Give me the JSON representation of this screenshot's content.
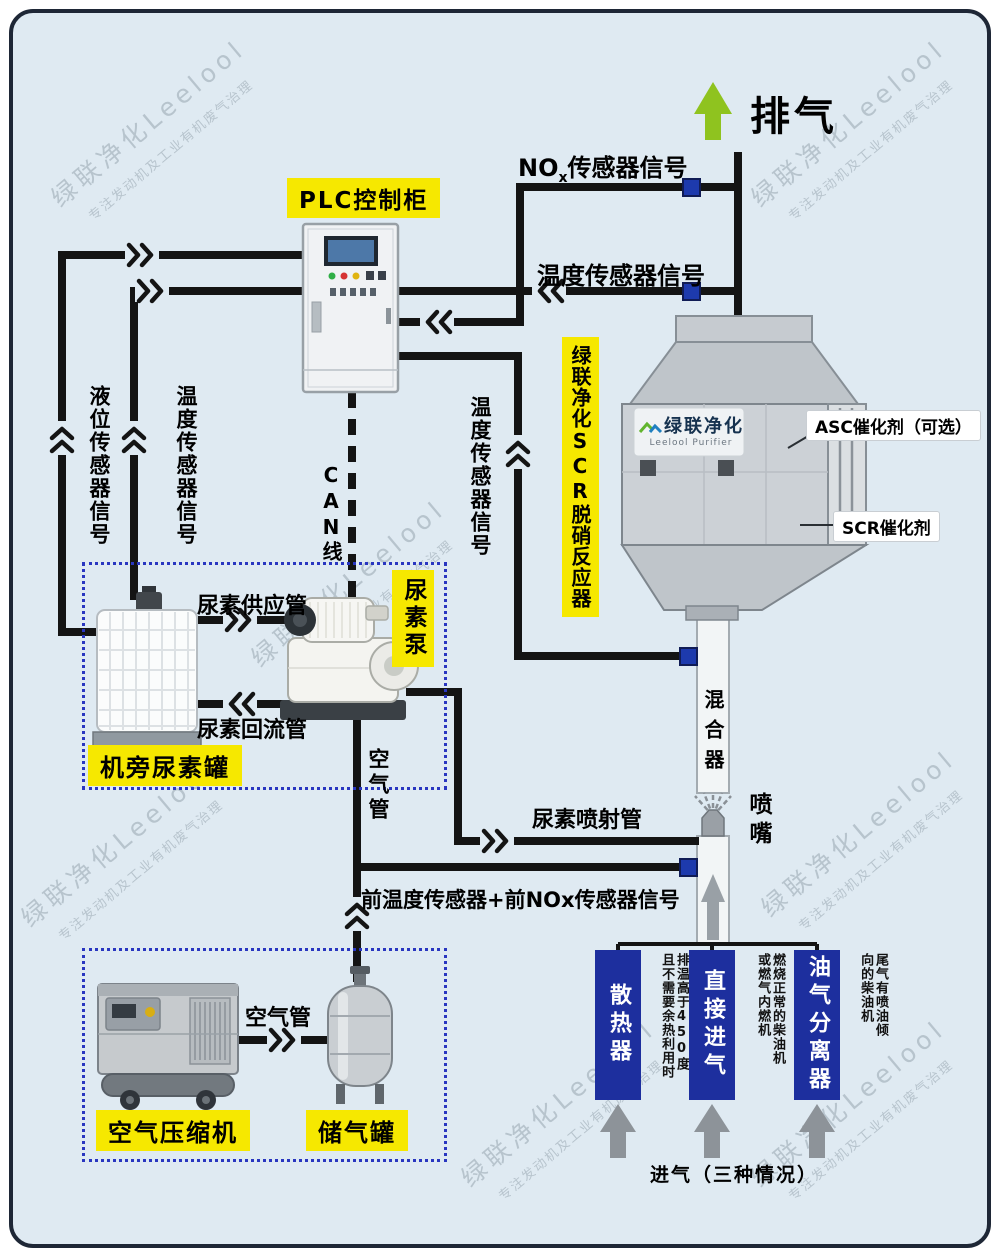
{
  "watermark": {
    "line1": "绿联净化Leelool",
    "line2": "专注发动机及工业有机废气治理"
  },
  "top": {
    "exhaust_label": "排气",
    "nox_prefix": "NO",
    "nox_sub": "x",
    "nox_suffix": "传感器信号",
    "temp_signal": "温度传感器信号"
  },
  "plc": {
    "label": "PLC控制柜"
  },
  "signals": {
    "level": "液位传感器信号",
    "tank_temp": "温度传感器信号",
    "can": "CAN线",
    "outlet_temp": "温度传感器信号",
    "front": "前温度传感器+前NOx传感器信号"
  },
  "reactor": {
    "side_label": "绿联净化SCR脱硝反应器",
    "logo_cn": "绿联净化",
    "logo_en": "Leelool Purifier",
    "asc_label": "ASC催化剂（可选）",
    "scr_label": "SCR催化剂"
  },
  "urea": {
    "pump_label": "尿素泵",
    "supply_label": "尿素供应管",
    "return_label": "尿素回流管",
    "tank_label": "机旁尿素罐",
    "injection_label": "尿素喷射管"
  },
  "mixer": {
    "mixer_label": "混合器",
    "nozzle_label": "喷嘴"
  },
  "air": {
    "vertical_pipe_label": "空气管",
    "horizontal_pipe_label": "空气管",
    "compressor_label": "空气压缩机",
    "tank_label": "储气罐"
  },
  "intake": {
    "options": [
      {
        "label": "散热器",
        "note": "排温高于450度且不需要余热利用时"
      },
      {
        "label": "直接进气",
        "note": "燃烧正常的柴油机或燃气内燃机"
      },
      {
        "label": "油气分离器",
        "note": "尾气有喷油倾向的柴油机"
      }
    ],
    "caption": "进气（三种情况）"
  },
  "colors": {
    "accent_yellow": "#f6e800",
    "deep_blue": "#1d2f9e",
    "line_black": "#141414",
    "background": "#dfeaf2",
    "exhaust_green": "#8fc31f"
  }
}
